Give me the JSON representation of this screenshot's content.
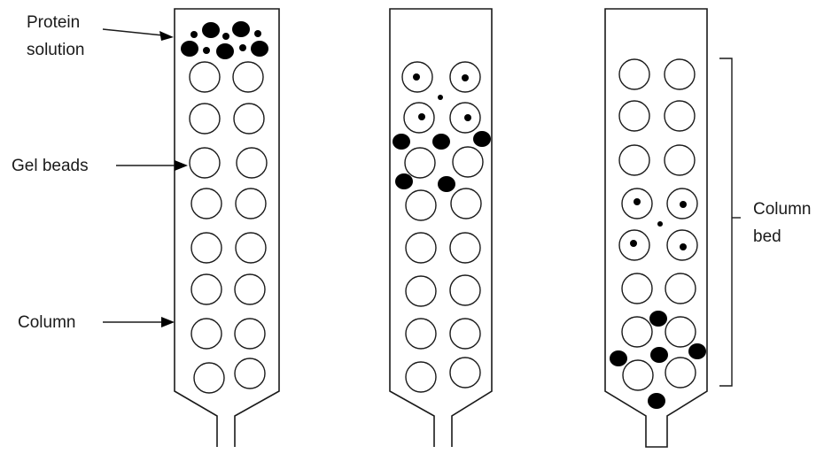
{
  "labels": {
    "protein_solution_line1": "Protein",
    "protein_solution_line2": "solution",
    "gel_beads": "Gel beads",
    "column": "Column",
    "column_bed_line1": "Column",
    "column_bed_line2": "bed"
  },
  "colors": {
    "outline": "#1a1a1a",
    "protein": "#000000",
    "background": "#ffffff"
  }
}
